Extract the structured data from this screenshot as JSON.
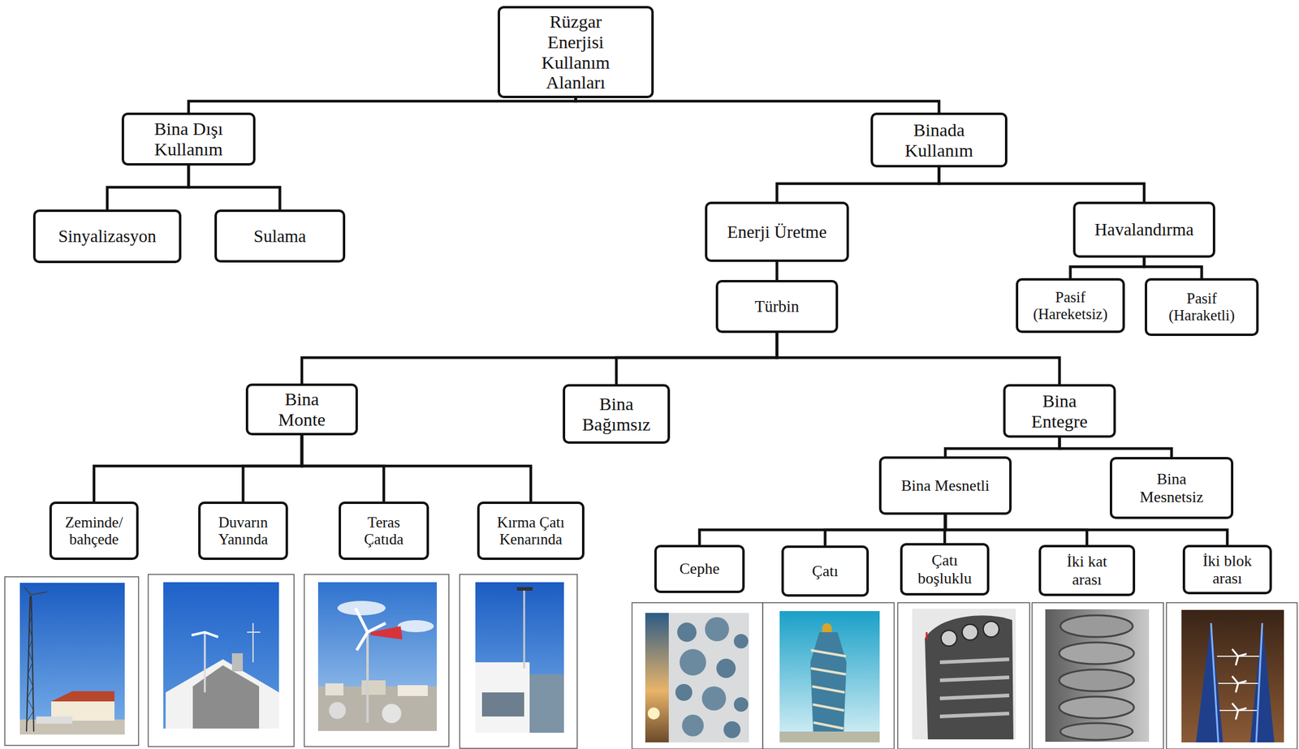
{
  "diagram": {
    "nodes": [
      {
        "text": [
          "Rüzgar Enerjisi Kullanım Alanları"
        ]
      },
      {
        "text": [
          "Bina Dışı Kullanım"
        ]
      },
      {
        "text": [
          "Binada Kullanım"
        ]
      },
      {
        "text": [
          "Sinyalizasyon"
        ]
      },
      {
        "text": [
          "Sulama"
        ]
      },
      {
        "text": [
          "Enerji Üretme"
        ]
      },
      {
        "text": [
          "Havalandırma"
        ]
      },
      {
        "text": [
          "Türbin"
        ]
      },
      {
        "text": [
          "Pasif (Hareketsiz)"
        ]
      },
      {
        "text": [
          "Pasif (Haraketli)"
        ]
      },
      {
        "text": [
          "Bina Monte"
        ]
      },
      {
        "text": [
          "Bina Bağımsız"
        ]
      },
      {
        "text": [
          "Bina Entegre"
        ]
      },
      {
        "text": [
          "Bina Mesnetli"
        ]
      },
      {
        "text": [
          "Bina Mesnetsiz"
        ]
      },
      {
        "text": [
          "Zeminde/ bahçede"
        ]
      },
      {
        "text": [
          "Duvarın Yanında"
        ]
      },
      {
        "text": [
          "Teras Çatıda"
        ]
      },
      {
        "text": [
          "Kırma Çatı Kenarında"
        ]
      },
      {
        "text": [
          "Cephe"
        ]
      },
      {
        "text": [
          "Çatı"
        ]
      },
      {
        "text": [
          "Çatı boşluklu"
        ]
      },
      {
        "text": [
          "İki kat arası"
        ]
      },
      {
        "text": [
          "İki blok arası"
        ]
      }
    ],
    "edges": [
      {
        "from": 0,
        "to": 1,
        "arrow": "none"
      },
      {
        "from": 0,
        "to": 2,
        "arrow": "none"
      },
      {
        "from": 1,
        "to": 3,
        "arrow": "none"
      },
      {
        "from": 1,
        "to": 4,
        "arrow": "none"
      },
      {
        "from": 2,
        "to": 5,
        "arrow": "none"
      },
      {
        "from": 2,
        "to": 6,
        "arrow": "none"
      },
      {
        "from": 5,
        "to": 7,
        "arrow": "none"
      },
      {
        "from": 6,
        "to": 8,
        "arrow": "none"
      },
      {
        "from": 6,
        "to": 9,
        "arrow": "none"
      },
      {
        "from": 7,
        "to": 10,
        "arrow": "none"
      },
      {
        "from": 7,
        "to": 11,
        "arrow": "none"
      },
      {
        "from": 7,
        "to": 12,
        "arrow": "none"
      },
      {
        "from": 12,
        "to": 13,
        "arrow": "none"
      },
      {
        "from": 12,
        "to": 14,
        "arrow": "none"
      },
      {
        "from": 10,
        "to": 15,
        "arrow": "none"
      },
      {
        "from": 10,
        "to": 16,
        "arrow": "none"
      },
      {
        "from": 10,
        "to": 17,
        "arrow": "none"
      },
      {
        "from": 10,
        "to": 18,
        "arrow": "none"
      },
      {
        "from": 13,
        "to": 19,
        "arrow": "none"
      },
      {
        "from": 13,
        "to": 20,
        "arrow": "none"
      },
      {
        "from": 13,
        "to": 21,
        "arrow": "none"
      },
      {
        "from": 13,
        "to": 22,
        "arrow": "none"
      },
      {
        "from": 13,
        "to": 23,
        "arrow": "none"
      }
    ]
  }
}
